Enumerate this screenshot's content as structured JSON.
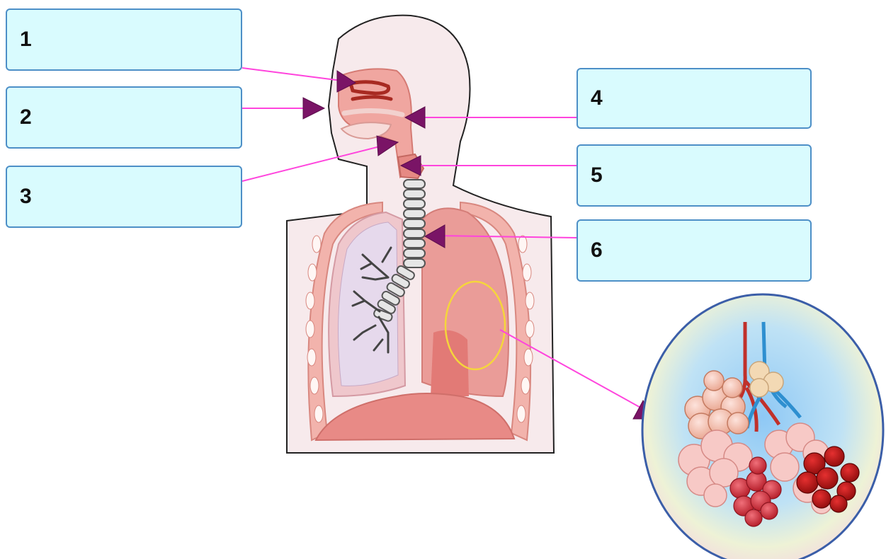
{
  "labels": [
    {
      "id": 1,
      "text": "1"
    },
    {
      "id": 2,
      "text": "2"
    },
    {
      "id": 3,
      "text": "3"
    },
    {
      "id": 4,
      "text": "4"
    },
    {
      "id": 5,
      "text": "5"
    },
    {
      "id": 6,
      "text": "6"
    }
  ],
  "colors": {
    "box_fill": "#d9fbfe",
    "box_border": "#4d8fc7",
    "leader_line": "#ff44dd",
    "arrow": "#7a1466",
    "body_fill": "#f7eaec",
    "lung_fill": "#ea9c98",
    "highlight_ring": "#f5d63b"
  }
}
